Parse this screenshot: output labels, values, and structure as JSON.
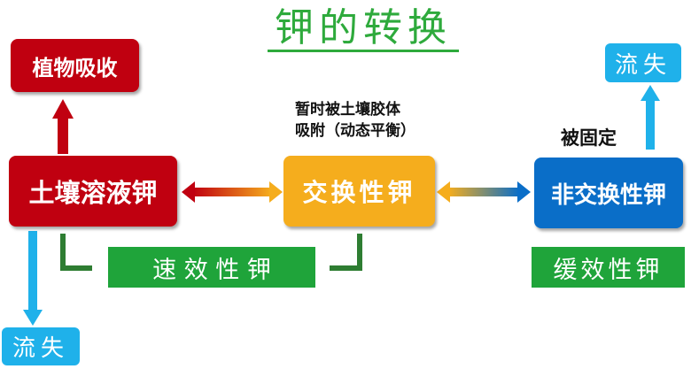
{
  "title": "钾的转换",
  "nodes": {
    "plant_uptake": "植物吸收",
    "soluble_k": "土壤溶液钾",
    "exchangeable_k": "交换性钾",
    "non_exchangeable_k": "非交换性钾",
    "loss_left": "流失",
    "loss_right": "流失"
  },
  "labels": {
    "adsorption_line1": "暂时被土壤胶体",
    "adsorption_line2": "吸附（动态平衡）",
    "fixed": "被固定",
    "fast_effective": "速 效 性 钾",
    "slow_effective": "缓效性钾"
  },
  "colors": {
    "red": "#c00010",
    "orange": "#f5ad1d",
    "blue": "#0a6ec8",
    "sky": "#1fb1ea",
    "green": "#1fa43a",
    "title_green": "#2eaa3c",
    "bracket_green": "#2e7d32"
  }
}
